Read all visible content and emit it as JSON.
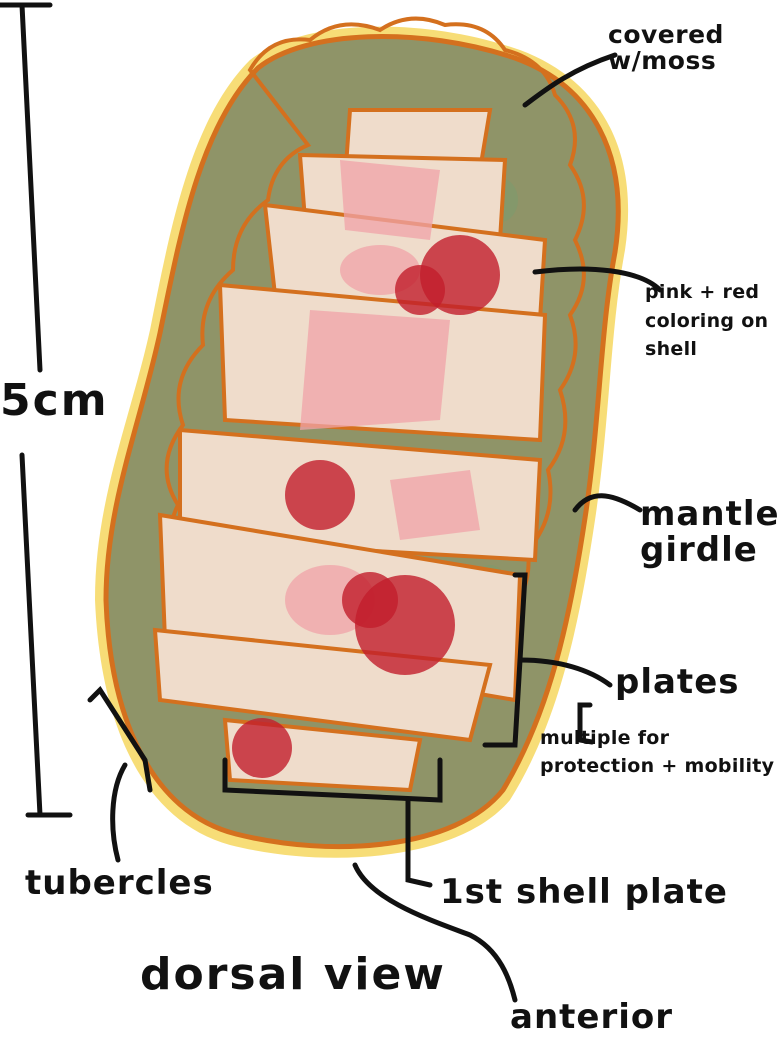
{
  "labels": {
    "covered": "covered w/moss",
    "pink_red": "pink + red coloring on shell",
    "mantle": "mantle girdle",
    "plates": "plates",
    "multiple": "multiple for protection + mobility",
    "first_plate": "1st shell plate",
    "tubercles": "tubercles",
    "anterior": "anterior",
    "dorsal": "dorsal view",
    "scale": "5cm"
  },
  "colors": {
    "girdle_outline": "#d4701e",
    "girdle_fill": "#8f9468",
    "moss": "#7f9a6c",
    "yellow_halo": "#f4d24a",
    "plate_fill": "#efdccb",
    "pink": "#f0a3a8",
    "red": "#c21e2c",
    "ink": "#111111"
  }
}
